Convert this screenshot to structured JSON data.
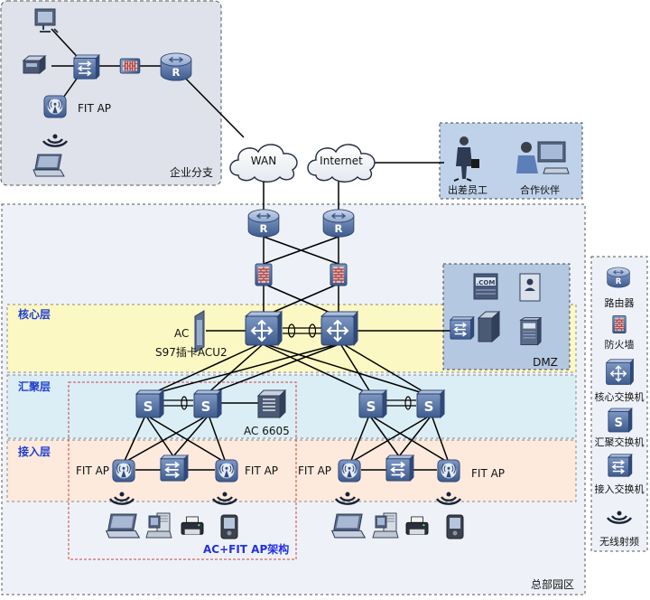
{
  "branch": {
    "region_label": "企业分支",
    "ap_label": "FIT AP"
  },
  "clouds": {
    "wan": "WAN",
    "internet": "Internet"
  },
  "remote": {
    "travel_label": "出差员工",
    "partner_label": "合作伙伴"
  },
  "hq": {
    "region_label": "总部园区",
    "core_label": "核心层",
    "agg_label": "汇聚层",
    "access_label": "接入层",
    "ac_label": "AC",
    "card_label": "S97插卡ACU2",
    "ac6605_label": "AC 6605",
    "ap_labels": [
      "FIT AP",
      "FIT AP",
      "FIT AP",
      "FIT AP"
    ],
    "arch_label": "AC+FIT AP架构",
    "dmz_label": "DMZ",
    "dmz_com": ".COM"
  },
  "legend": {
    "items": [
      {
        "label": "路由器",
        "icon": "router-icon"
      },
      {
        "label": "防火墙",
        "icon": "firewall-icon"
      },
      {
        "label": "核心交换机",
        "icon": "core-switch-icon"
      },
      {
        "label": "汇聚交换机",
        "icon": "aggregation-switch-icon"
      },
      {
        "label": "接入交换机",
        "icon": "access-switch-icon"
      },
      {
        "label": "无线射频",
        "icon": "wireless-icon"
      }
    ]
  },
  "colors": {
    "device": "#4a6a9c",
    "branch_bg": "#dfe2ea",
    "hq_bg": "#eef2f8",
    "core_band": "#fbf8c4",
    "agg_band": "#dbeef5",
    "access_band": "#fdeadd",
    "layer_text": "#1f3fd0",
    "arch_text": "#2430e0"
  }
}
